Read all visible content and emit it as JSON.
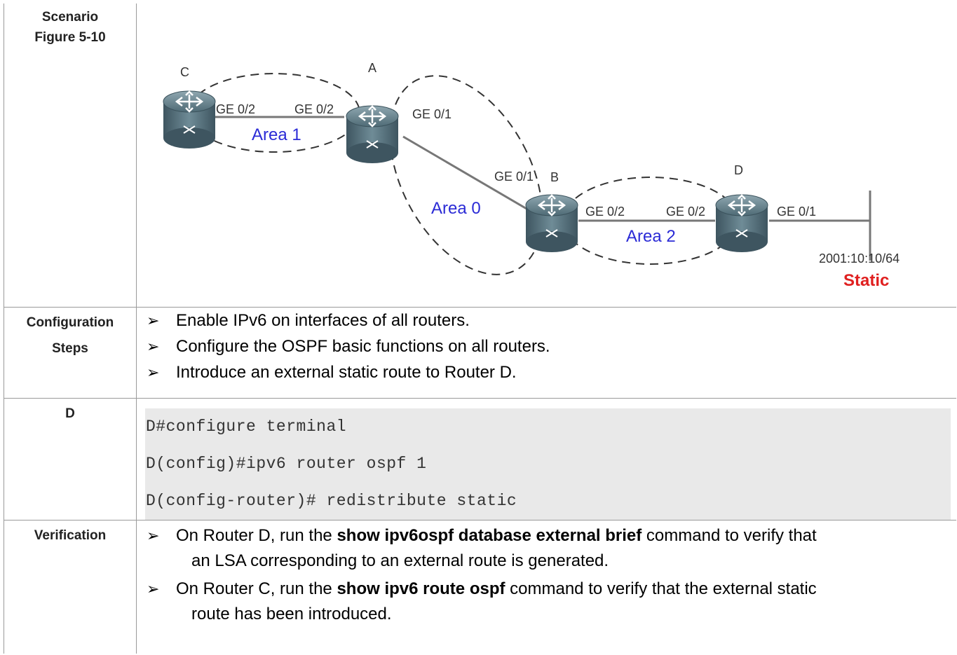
{
  "scenario": {
    "label_line1": "Scenario",
    "label_line2": "Figure 5-10",
    "diagram": {
      "routers": {
        "a": "A",
        "b": "B",
        "c": "C",
        "d": "D"
      },
      "areas": {
        "area0": "Area 0",
        "area1": "Area 1",
        "area2": "Area 2"
      },
      "ports": {
        "c_ge02": "GE 0/2",
        "a_ge02": "GE 0/2",
        "a_ge01": "GE 0/1",
        "b_ge01": "GE 0/1",
        "b_ge02": "GE 0/2",
        "d_ge02": "GE 0/2",
        "d_ge01": "GE 0/1"
      },
      "network": "2001:10:10/64",
      "static_label": "Static",
      "colors": {
        "area_text": "#2b2bd6",
        "static_text": "#e02020",
        "link": "#777777",
        "router": "#5d7b86"
      }
    }
  },
  "steps": {
    "label_line1": "Configuration",
    "label_line2": "Steps",
    "items": [
      "Enable IPv6 on interfaces of all routers.",
      "Configure the OSPF basic functions on all routers.",
      "Introduce an external static route to Router D."
    ]
  },
  "d_config": {
    "label": "D",
    "lines": [
      "D#configure terminal",
      "D(config)#ipv6 router ospf 1",
      "D(config-router)# redistribute static"
    ]
  },
  "verification": {
    "label": "Verification",
    "items": [
      {
        "pre": "On Router D, run the ",
        "bold": "show ipv6ospf database external brief",
        "post": " command to verify that",
        "cont": "an LSA corresponding to an external route is generated."
      },
      {
        "pre": "On Router C, run the ",
        "bold": "show ipv6 route ospf",
        "post": " command to verify that the external static",
        "cont": "route has been introduced."
      }
    ]
  },
  "bullet_glyph": "➢"
}
